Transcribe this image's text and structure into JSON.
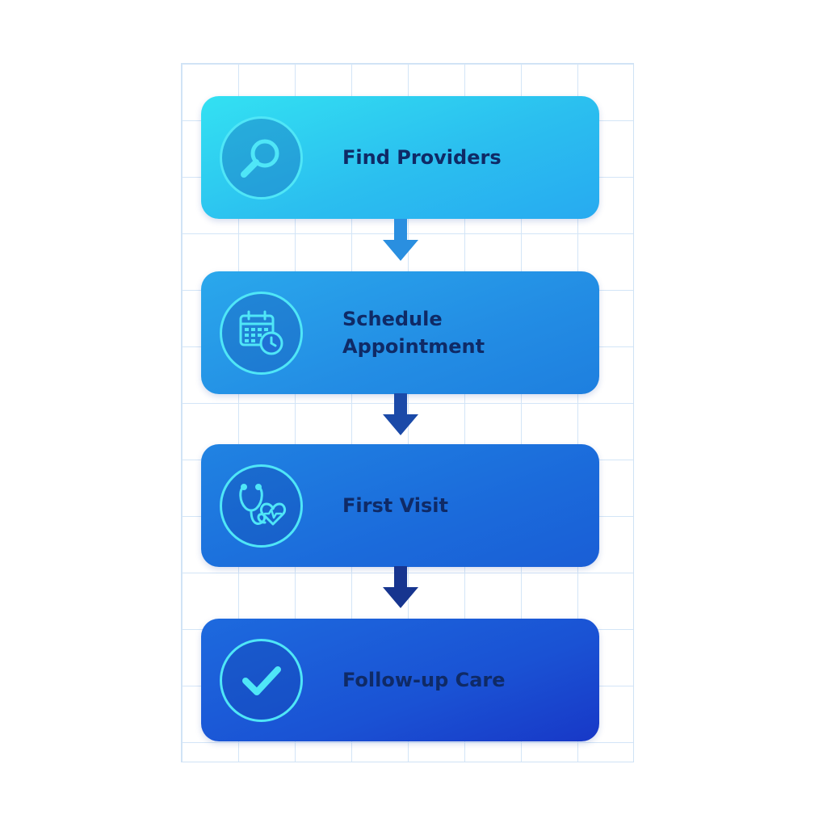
{
  "steps": [
    {
      "label": "Find Providers",
      "icon": "magnifier-icon"
    },
    {
      "label": "Schedule\nAppointment",
      "icon": "calendar-clock-icon"
    },
    {
      "label": "First Visit",
      "icon": "stethoscope-heart-icon"
    },
    {
      "label": "Follow-up Care",
      "icon": "checkmark-icon"
    }
  ],
  "colors": {
    "icon_stroke": "#4fe6f7",
    "label_text": "#0f2a66",
    "grid_line": "#d3e5f7",
    "arrow_1": "#2a8fe0",
    "arrow_2": "#1b4aa8",
    "arrow_3": "#17358f"
  }
}
